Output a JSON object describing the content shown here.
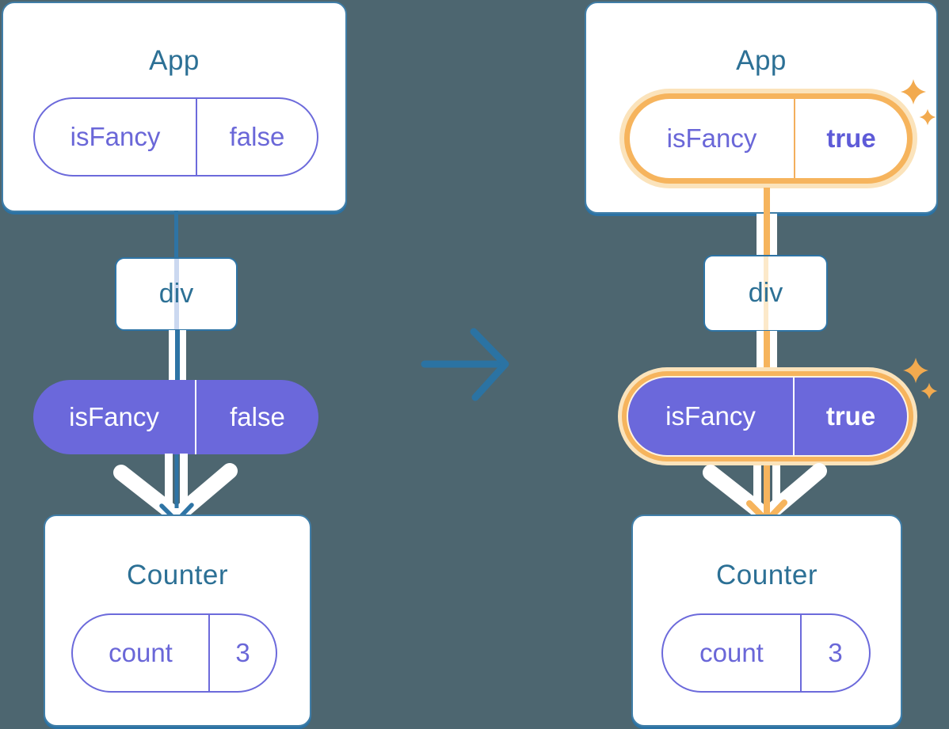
{
  "colors": {
    "background": "#4D6670",
    "card_border_blue": "#2E75A7",
    "heading_blue": "#2C7095",
    "purple_fill": "#6B68DB",
    "purple_text": "#6A67D8",
    "teal_line": "#2E74A5",
    "highlight_orange": "#F6B45D",
    "highlight_glow": "#FBE3BB",
    "sparkle_orange": "#F2AA4F",
    "white": "#FFFFFF"
  },
  "left_diagram": {
    "app": {
      "title": "App",
      "prop": {
        "name": "isFancy",
        "value": "false"
      }
    },
    "div_label": "div",
    "passed_prop": {
      "name": "isFancy",
      "value": "false"
    },
    "counter": {
      "title": "Counter",
      "state": {
        "name": "count",
        "value": "3"
      }
    }
  },
  "right_diagram": {
    "app": {
      "title": "App",
      "prop": {
        "name": "isFancy",
        "value": "true"
      }
    },
    "div_label": "div",
    "passed_prop": {
      "name": "isFancy",
      "value": "true"
    },
    "counter": {
      "title": "Counter",
      "state": {
        "name": "count",
        "value": "3"
      }
    }
  }
}
